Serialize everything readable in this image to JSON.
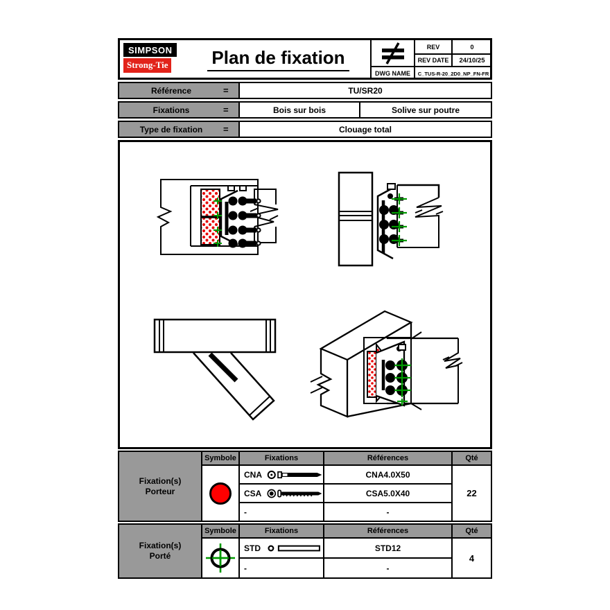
{
  "header": {
    "logo_line1": "SIMPSON",
    "logo_line2": "Strong-Tie",
    "title": "Plan de fixation",
    "rev_label": "REV",
    "rev_value": "0",
    "rev_date_label": "REV DATE",
    "rev_date_value": "24/10/25",
    "dwg_name_label": "DWG NAME",
    "dwg_name_value": "C_TUS-R-20_2D0_NP_FN-FR"
  },
  "info_rows": [
    {
      "label": "Référence",
      "eq": "=",
      "value_full": "TU/SR20"
    },
    {
      "label": "Fixations",
      "eq": "=",
      "value_left": "Bois sur bois",
      "value_right": "Solive sur poutre"
    },
    {
      "label": "Type de fixation",
      "eq": "=",
      "value_full": "Clouage total"
    }
  ],
  "fixation_tables": [
    {
      "group_line1": "Fixation(s)",
      "group_line2": "Porteur",
      "headers": [
        "Symbole",
        "Fixations",
        "Références",
        "Qté"
      ],
      "symbol": "red-circle",
      "rows": [
        {
          "code": "CNA",
          "icon": "ring-nail",
          "reference": "CNA4.0X50"
        },
        {
          "code": "CSA",
          "icon": "screw",
          "reference": "CSA5.0X40"
        },
        {
          "code": "-",
          "icon": "",
          "reference": "-"
        }
      ],
      "qty": "22"
    },
    {
      "group_line1": "Fixation(s)",
      "group_line2": "Porté",
      "headers": [
        "Symbole",
        "Fixations",
        "Références",
        "Qté"
      ],
      "symbol": "green-crosshair-circle",
      "rows": [
        {
          "code": "STD",
          "icon": "dowel",
          "reference": "STD12"
        },
        {
          "code": "-",
          "icon": "",
          "reference": "-"
        }
      ],
      "qty": "4"
    }
  ],
  "colors": {
    "brand_red": "#e2231a",
    "symbol_red": "#ff0000",
    "symbol_green": "#009900",
    "table_gray": "#999999",
    "line_black": "#000000"
  }
}
